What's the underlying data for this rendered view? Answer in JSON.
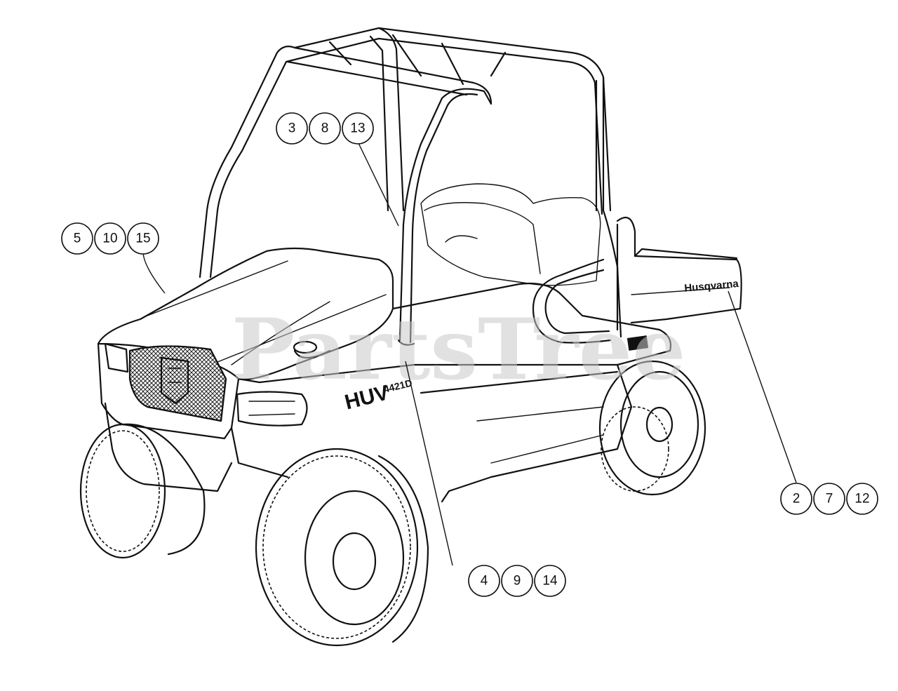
{
  "watermark": "PartsTree",
  "vehicle_decals": {
    "model": "HUV",
    "model_suffix": "4421D",
    "brand": "Husqvarna"
  },
  "callouts": [
    {
      "id": "front-hood",
      "numbers": [
        "5",
        "10",
        "15"
      ]
    },
    {
      "id": "dash",
      "numbers": [
        "3",
        "8",
        "13"
      ]
    },
    {
      "id": "side-panel",
      "numbers": [
        "4",
        "9",
        "14"
      ]
    },
    {
      "id": "cargo-bed",
      "numbers": [
        "2",
        "7",
        "12"
      ]
    }
  ]
}
